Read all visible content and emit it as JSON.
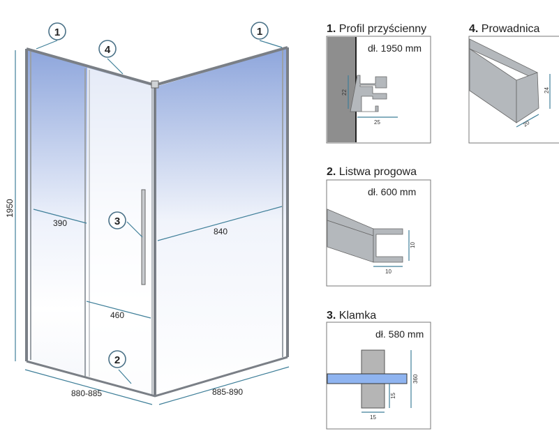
{
  "main_drawing": {
    "callouts": [
      "1",
      "1",
      "4",
      "3",
      "2"
    ],
    "dimensions": {
      "height": "1950",
      "fixed_panel_width": "390",
      "side_panel_width": "840",
      "door_opening": "460",
      "front_width": "880-885",
      "side_width": "885-890"
    }
  },
  "details": [
    {
      "number": "1.",
      "title": "Profil przyścienny",
      "length": "dł. 1950 mm",
      "dims": [
        "22",
        "25"
      ]
    },
    {
      "number": "4.",
      "title": "Prowadnica",
      "dims": [
        "24",
        "20"
      ]
    },
    {
      "number": "2.",
      "title": "Listwa progowa",
      "length": "dł. 600 mm",
      "dims": [
        "10",
        "10"
      ]
    },
    {
      "number": "3.",
      "title": "Klamka",
      "length": "dł. 580 mm",
      "dims": [
        "360",
        "15",
        "15"
      ]
    }
  ],
  "colors": {
    "glass_top": "#8ea6dc",
    "dimension_line": "#3f7f99",
    "handle_blue": "#8fb4f0"
  }
}
